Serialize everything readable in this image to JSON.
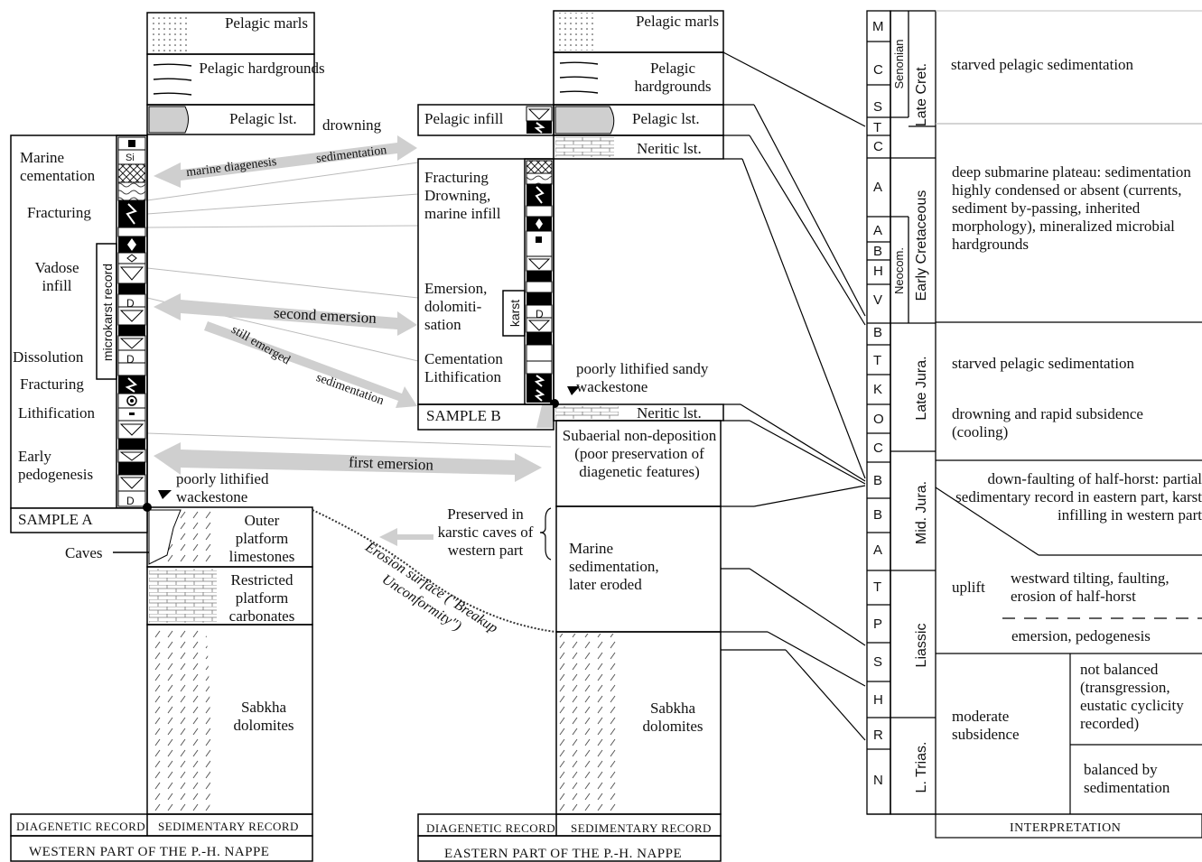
{
  "west": {
    "sed_units": [
      {
        "label": "Pelagic marls"
      },
      {
        "label": "Pelagic hardgrounds"
      },
      {
        "label": "Pelagic lst."
      },
      {
        "label": "Outer platform limestones"
      },
      {
        "label": "Restricted platform carbonates"
      },
      {
        "label": "Sabkha dolomites"
      }
    ],
    "diag_labels": [
      "Marine cementation",
      "Fracturing",
      "Vadose infill",
      "Dissolution",
      "Fracturing",
      "Lithification",
      "Early pedogenesis"
    ],
    "microkarst": "microkarst record",
    "si": "Si",
    "d": "D",
    "sample": "SAMPLE A",
    "sample_note": "poorly lithified wackestone",
    "caves": "Caves",
    "diag_record": "DIAGENETIC RECORD",
    "sed_record": "SEDIMENTARY RECORD",
    "footer": "WESTERN PART OF THE P.-H. NAPPE"
  },
  "east": {
    "sed_units": [
      {
        "label": "Pelagic marls"
      },
      {
        "label": "Pelagic hardgrounds"
      },
      {
        "label": "Pelagic lst."
      },
      {
        "label": "Neritic lst."
      },
      {
        "label": "Neritic lst."
      },
      {
        "label": "Subaerial non-deposition (poor preservation of diagenetic features)"
      },
      {
        "label": "Marine sedimentation, later eroded"
      },
      {
        "label": "Sabkha dolomites"
      }
    ],
    "diag_labels": [
      "Pelagic infill",
      "Fracturing Drowning, marine infill",
      "Emersion, dolomiti-sation",
      "Cementation Lithification"
    ],
    "karst": "karst",
    "sample": "SAMPLE B",
    "sample_note": "poorly lithified sandy wackestone",
    "preserved_note": "Preserved in karstic caves of western part",
    "diag_record": "DIAGENETIC RECORD",
    "sed_record": "SEDIMENTARY RECORD",
    "footer": "EASTERN PART OF THE P.-H. NAPPE"
  },
  "arrows": {
    "drowning": "drowning",
    "marine_diagenesis": "marine diagenesis",
    "sedimentation_top": "sedimentation",
    "second_emersion": "second emersion",
    "still_emerged": "still emerged",
    "sedimentation_mid": "sedimentation",
    "first_emersion": "first emersion"
  },
  "erosion": "Erosion surface (\"Breakup Unconformity\")",
  "stages": [
    "M",
    "C",
    "S",
    "T",
    "C",
    "A",
    "A",
    "B",
    "H",
    "V",
    "B",
    "T",
    "K",
    "O",
    "C",
    "B",
    "B",
    "A",
    "T",
    "P",
    "S",
    "H",
    "R",
    "N"
  ],
  "epochs": [
    "Senonian",
    "Neocom."
  ],
  "periods": [
    "Late Cret.",
    "Early Cretaceous",
    "Late Jura.",
    "Mid. Jura.",
    "Liassic",
    "L. Trias."
  ],
  "interpretation": {
    "items": [
      "starved pelagic sedimentation",
      "deep submarine plateau: sedimentation highly condensed or absent (currents, sediment by-passing, inherited morphology), mineralized microbial hardgrounds",
      "starved pelagic sedimentation",
      "drowning and rapid subsidence (cooling)",
      "down-faulting of half-horst: partial sedimentary record in eastern part, karst infilling in western part",
      "uplift",
      "westward tilting, faulting, erosion of half-horst",
      "emersion, pedogenesis",
      "moderate subsidence",
      "not balanced (transgression, eustatic cyclicity recorded)",
      "balanced by sedimentation"
    ],
    "footer": "INTERPRETATION"
  }
}
